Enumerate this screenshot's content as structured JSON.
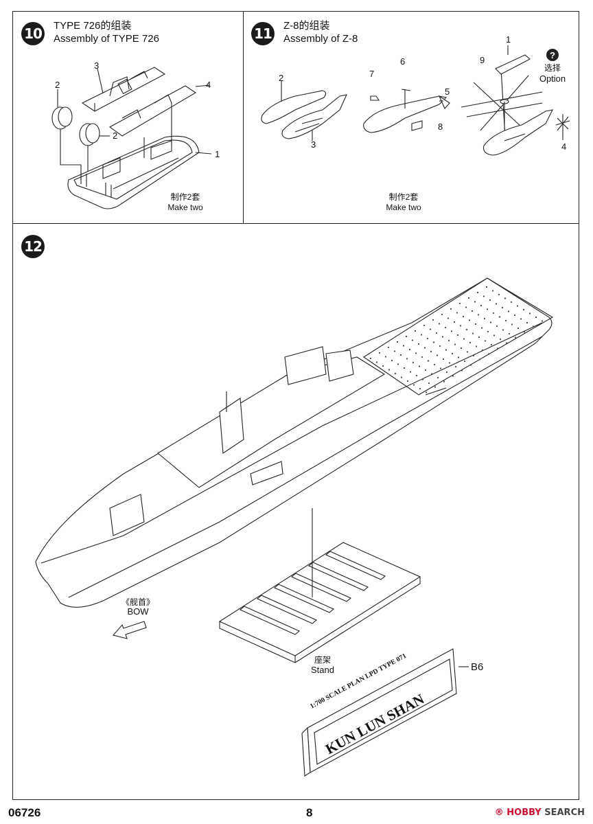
{
  "steps": {
    "step10": {
      "number": "10",
      "title_cn": "TYPE 726的组装",
      "title_en": "Assembly of TYPE 726",
      "note_cn": "制作2套",
      "note_en": "Make two",
      "parts": [
        "1",
        "2",
        "2",
        "3",
        "4"
      ]
    },
    "step11": {
      "number": "11",
      "title_cn": "Z-8的组装",
      "title_en": "Assembly of Z-8",
      "note_cn": "制作2套",
      "note_en": "Make two",
      "parts": [
        "1",
        "2",
        "3",
        "4",
        "5",
        "6",
        "7",
        "8",
        "9"
      ],
      "option_cn": "选择",
      "option_en": "Option",
      "option_icon": "question-icon"
    },
    "step12": {
      "number": "12",
      "bow_cn": "《舰首》",
      "bow_en": "BOW",
      "stand_cn": "座架",
      "stand_en": "Stand",
      "plaque_part": "B6",
      "plaque_small": "1:700 SCALE PLAN LPD TYPE 071",
      "plaque_name": "KUN LUN SHAN"
    }
  },
  "footer": {
    "kit_number": "06726",
    "page_number": "8",
    "watermark_brand": "HOBBY",
    "watermark_word": "SEARCH"
  },
  "colors": {
    "badge": "#1b1b1b",
    "line": "#222222",
    "watermark": "#c8102e"
  }
}
